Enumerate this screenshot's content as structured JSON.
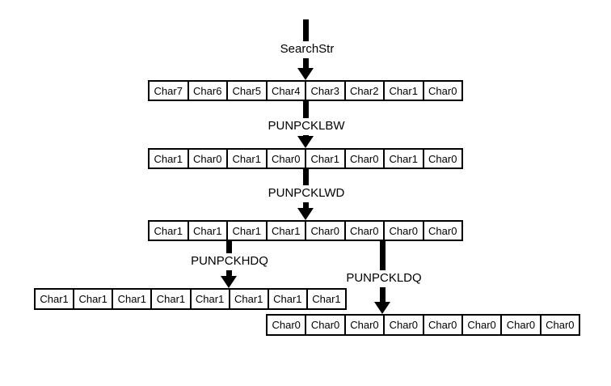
{
  "canvas": {
    "background_color": "#ffffff",
    "ink_color": "#000000"
  },
  "labels": {
    "input": "SearchStr",
    "step1": "PUNPCKLBW",
    "step2": "PUNPCKLWD",
    "step3_left": "PUNPCKHDQ",
    "step3_right": "PUNPCKLDQ"
  },
  "rows": [
    {
      "id": "searchstr-register",
      "cells": [
        "Char7",
        "Char6",
        "Char5",
        "Char4",
        "Char3",
        "Char2",
        "Char1",
        "Char0"
      ]
    },
    {
      "id": "after-punpcklbw",
      "cells": [
        "Char1",
        "Char0",
        "Char1",
        "Char0",
        "Char1",
        "Char0",
        "Char1",
        "Char0"
      ]
    },
    {
      "id": "after-punpcklwd",
      "cells": [
        "Char1",
        "Char1",
        "Char1",
        "Char1",
        "Char0",
        "Char0",
        "Char0",
        "Char0"
      ]
    },
    {
      "id": "after-punpckhdq",
      "cells": [
        "Char1",
        "Char1",
        "Char1",
        "Char1",
        "Char1",
        "Char1",
        "Char1",
        "Char1"
      ]
    },
    {
      "id": "after-punpckldq",
      "cells": [
        "Char0",
        "Char0",
        "Char0",
        "Char0",
        "Char0",
        "Char0",
        "Char0",
        "Char0"
      ]
    }
  ]
}
